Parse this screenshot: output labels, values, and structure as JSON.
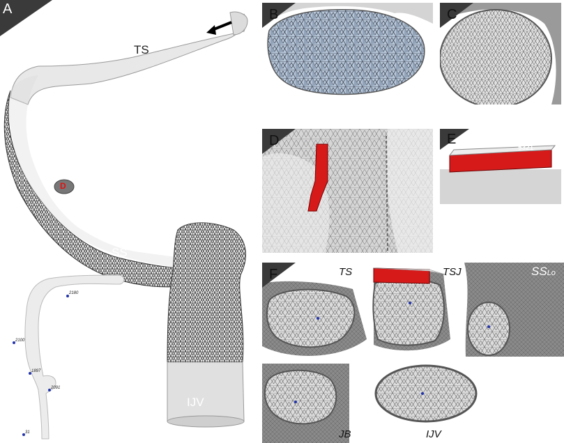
{
  "panels": {
    "A": {
      "letter": "A",
      "labels": {
        "ts": "TS",
        "ss": "SS",
        "ijv": "IJV",
        "d": "D"
      },
      "nodes": [
        "2180",
        "2100",
        "1897",
        "2091",
        "31"
      ]
    },
    "B": {
      "letter": "B"
    },
    "C": {
      "letter": "C"
    },
    "D": {
      "letter": "D"
    },
    "E": {
      "letter": "E",
      "node_label": "5321"
    },
    "F": {
      "letter": "F",
      "labels": {
        "ts": "TS",
        "tsj": "TSJ",
        "ss_lo_main": "SS",
        "ss_lo_sub": "Lo",
        "jb": "JB",
        "ijv": "IJV"
      }
    }
  },
  "colors": {
    "mesh_dark": "#3a3a3a",
    "mesh_light": "#c8c8c8",
    "highlight": "#d61a1a",
    "blue_mesh": "#b7c6d8"
  }
}
